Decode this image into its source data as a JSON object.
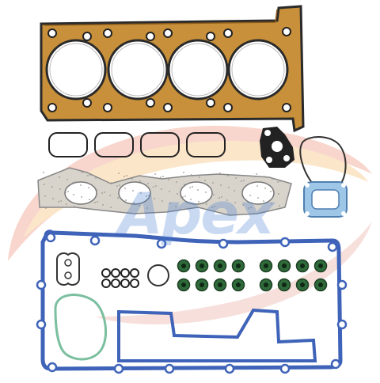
{
  "image": {
    "subject": "engine-cylinder-head-gasket-kit",
    "watermark": {
      "text": "Apex",
      "swoosh_colors": [
        "#e25a5a",
        "#f3a24a",
        "#e6c86a"
      ],
      "text_color": "#3c78d2"
    }
  },
  "parts": {
    "head_gasket": {
      "cylinders": 4,
      "color": "#c8903a"
    },
    "intake_gaskets": {
      "count": 4
    },
    "exhaust_manifold_gasket": {
      "ports": 4
    },
    "valve_stem_seals": {
      "count": 16,
      "color": "#2f6b3a"
    },
    "small_o_rings": {
      "count": 8
    },
    "valve_cover_gasket": {
      "color": "#3e63b8"
    },
    "green_o_ring": {
      "color": "#7bbf9f"
    }
  }
}
